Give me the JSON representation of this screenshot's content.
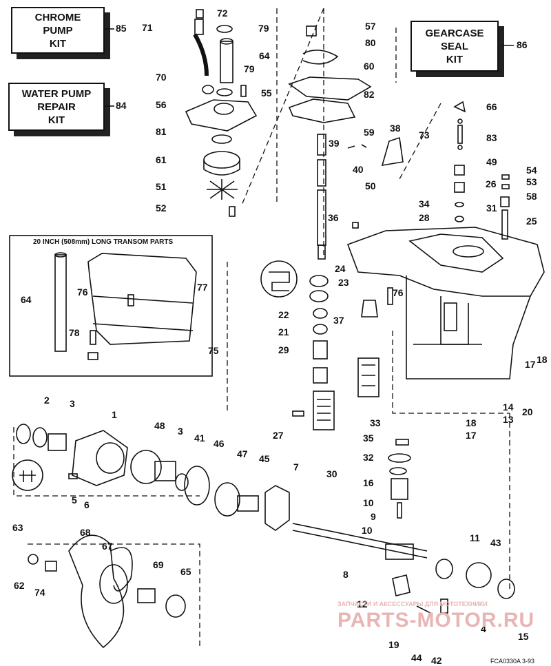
{
  "kits": [
    {
      "id": "85",
      "lines": [
        "CHROME",
        "PUMP",
        "KIT"
      ]
    },
    {
      "id": "84",
      "lines": [
        "WATER PUMP",
        "REPAIR",
        "KIT"
      ]
    },
    {
      "id": "86",
      "lines": [
        "GEARCASE",
        "SEAL",
        "KIT"
      ]
    }
  ],
  "kit_callouts": {
    "85": "85",
    "84": "84",
    "86": "86"
  },
  "inset_title": "20 INCH (508mm) LONG TRANSOM PARTS",
  "labels": {
    "l72": "72",
    "l71": "71",
    "l79a": "79",
    "l64": "64",
    "l79b": "79",
    "l70": "70",
    "l55": "55",
    "l56": "56",
    "l81": "81",
    "l61": "61",
    "l51": "51",
    "l52": "52",
    "l57": "57",
    "l80": "80",
    "l60": "60",
    "l82": "82",
    "l59": "59",
    "l39": "39",
    "l40": "40",
    "l38": "38",
    "l50": "50",
    "l36": "36",
    "l66": "66",
    "l73": "73",
    "l83": "83",
    "l49": "49",
    "l54": "54",
    "l53": "53",
    "l26": "26",
    "l58": "58",
    "l34": "34",
    "l31": "31",
    "l28": "28",
    "l25": "25",
    "l64b": "64",
    "l76": "76",
    "l77": "77",
    "l78": "78",
    "l75": "75",
    "l24": "24",
    "l23": "23",
    "l76b": "76",
    "l22": "22",
    "l37": "37",
    "l21": "21",
    "l29": "29",
    "l17a": "17",
    "l18a": "18",
    "l20": "20",
    "l14": "14",
    "l13": "13",
    "l18b": "18",
    "l17b": "17",
    "l27": "27",
    "l30": "30",
    "l2": "2",
    "l3a": "3",
    "l1": "1",
    "l48": "48",
    "l3b": "3",
    "l41": "41",
    "l46": "46",
    "l47": "47",
    "l45": "45",
    "l7": "7",
    "l5": "5",
    "l6": "6",
    "l33": "33",
    "l35": "35",
    "l32": "32",
    "l16": "16",
    "l10a": "10",
    "l9": "9",
    "l10b": "10",
    "l63": "63",
    "l68": "68",
    "l67": "67",
    "l62": "62",
    "l74": "74",
    "l69": "69",
    "l65": "65",
    "l8": "8",
    "l11": "11",
    "l43": "43",
    "l12": "12",
    "l4": "4",
    "l19": "19",
    "l44": "44",
    "l42": "42",
    "l15": "15"
  },
  "code": "FCA0330A  3-93",
  "watermark": {
    "top": "ЗАПЧАСТИ И АКСЕССУАРЫ ДЛЯ МОТОТЕХНИКИ",
    "brand": "PARTS-MOTOR.RU"
  }
}
